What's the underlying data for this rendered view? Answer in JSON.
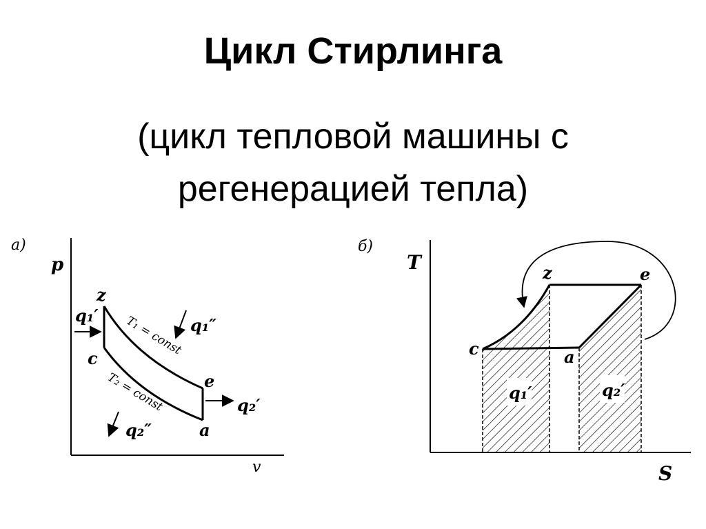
{
  "title": "Цикл Стирлинга",
  "subtitle": "(цикл тепловой машины с регенерацией тепла)",
  "diagram_pv": {
    "panel_label": "а)",
    "y_axis_label": "p",
    "x_axis_label": "v",
    "points": {
      "z": "z",
      "c": "c",
      "e": "e",
      "a": "a"
    },
    "heat_labels": {
      "q1_prime": "q₁′",
      "q1_double": "q₁″",
      "q2_prime": "q₂′",
      "q2_double": "q₂″"
    },
    "curve_labels": {
      "isotherm_high": "T₁ = const",
      "isotherm_low": "T₂ = const"
    }
  },
  "diagram_ts": {
    "panel_label": "б)",
    "y_axis_label": "T",
    "x_axis_label": "S",
    "points": {
      "z": "z",
      "e": "e",
      "c": "c",
      "a": "a"
    },
    "area_labels": {
      "q1_prime": "q₁′",
      "q2_prime": "q₂′"
    }
  },
  "colors": {
    "ink": "#000000",
    "background": "#ffffff"
  }
}
